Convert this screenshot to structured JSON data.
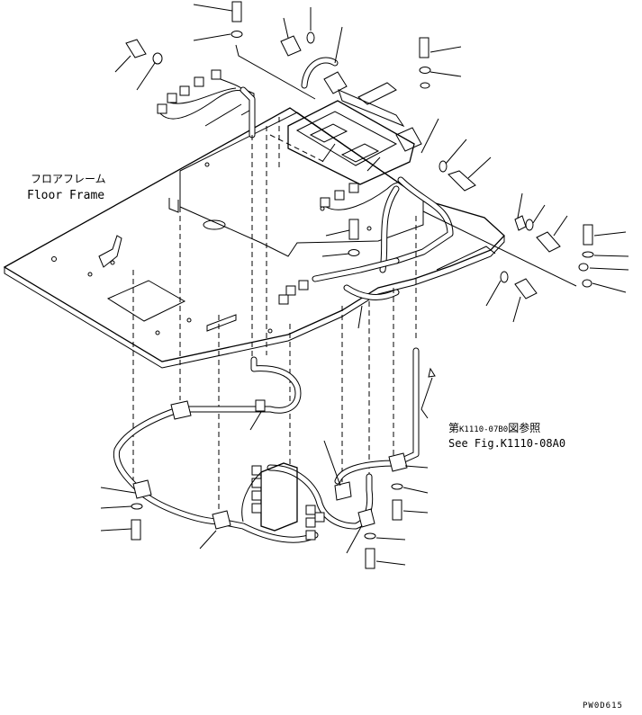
{
  "labels": {
    "floor_frame_jp": "フロアフレーム",
    "floor_frame_en": "Floor Frame",
    "ref_jp_prefix": "第",
    "ref_jp_code": "K1110-07B0",
    "ref_jp_suffix": "図参照",
    "ref_en": "See Fig.K1110-08A0",
    "drawing_code": "PW0D615"
  }
}
